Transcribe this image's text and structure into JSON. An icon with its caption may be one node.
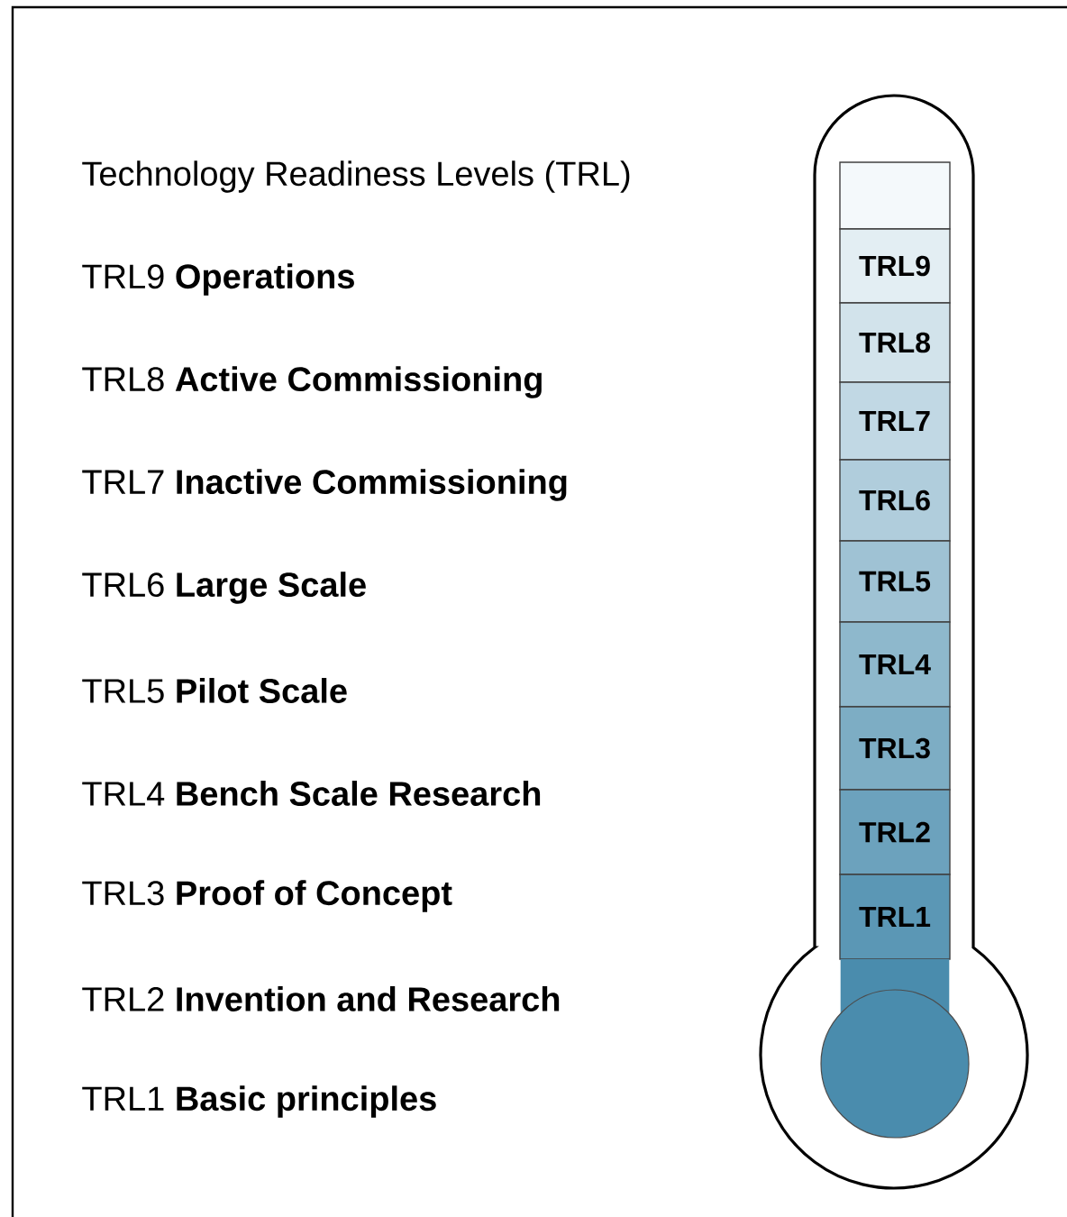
{
  "diagram": {
    "title": "Technology Readiness Levels (TRL)",
    "nodes": [
      {
        "text": [],
        "shape": "box"
      },
      {
        "text": [
          "TRL9"
        ]
      },
      {
        "text": [
          "TRL8"
        ]
      },
      {
        "text": [
          "TRL7"
        ]
      },
      {
        "text": [
          "TRL6"
        ]
      },
      {
        "text": [
          "TRL5"
        ]
      },
      {
        "text": [
          "TRL4"
        ]
      },
      {
        "text": [
          "TRL3"
        ]
      },
      {
        "text": [
          "TRL2"
        ]
      },
      {
        "text": [
          "TRL1"
        ]
      },
      {
        "text": [],
        "shape": "circle"
      }
    ],
    "labels": [
      "TRL9 **Operations**",
      "TRL8 **Active Commissioning**",
      "TRL7 **Inactive Commissioning**",
      "TRL6 **Large Scale**",
      "TRL5 **Pilot Scale**",
      "TRL4 **Bench Scale Research**",
      "TRL3 **Proof of Concept**",
      "TRL2 **Invention and Research**",
      "TRL1 **Basic principles**"
    ]
  }
}
